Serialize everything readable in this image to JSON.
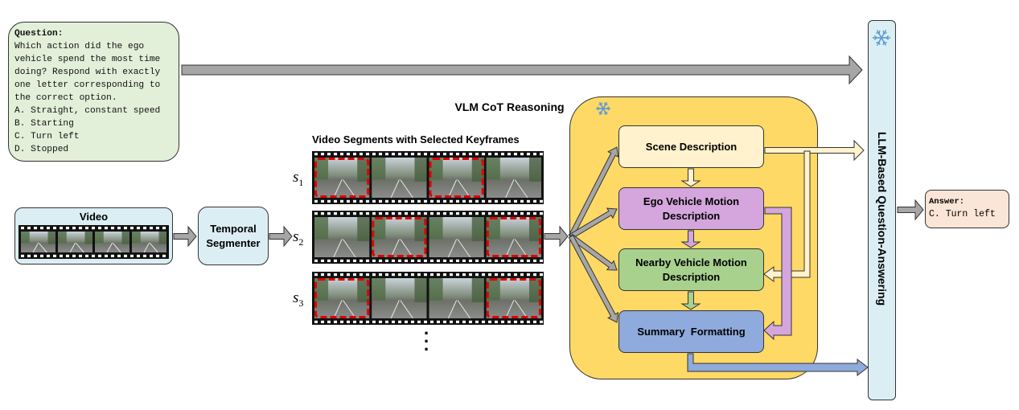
{
  "question": {
    "title": "Question:",
    "lines": [
      "Which action did the ego",
      "vehicle spend the most time",
      "doing? Respond with exactly",
      "one letter corresponding to",
      "the correct option."
    ],
    "options": [
      "A. Straight, constant speed",
      "B. Starting",
      "C. Turn left",
      "D. Stopped"
    ]
  },
  "video": {
    "title": "Video"
  },
  "temporal_segmenter": {
    "label": "Temporal Segmenter"
  },
  "segments": {
    "title": "Video Segments with Selected Keyframes",
    "items": [
      {
        "symbol": "s",
        "index": "1",
        "keyframes": [
          true,
          false,
          true,
          false
        ]
      },
      {
        "symbol": "s",
        "index": "2",
        "keyframes": [
          false,
          true,
          false,
          true
        ]
      },
      {
        "symbol": "s",
        "index": "3",
        "keyframes": [
          true,
          false,
          false,
          true
        ]
      }
    ],
    "ellipsis": ".\n.\n."
  },
  "vlm": {
    "title": "VLM CoT Reasoning",
    "stages": [
      "Scene Description",
      "Ego Vehicle Motion Description",
      "Nearby Vehicle Motion Description",
      "Summary  Formatting"
    ]
  },
  "llm": {
    "label": "LLM-Based Question-Answering"
  },
  "answer": {
    "title": "Answer:",
    "value": "C. Turn left"
  },
  "colors": {
    "question_bg": "#e2efd9",
    "module_bg": "#dbeef4",
    "vlm_bg": "#ffd966",
    "scene": "#fff2cc",
    "ego": "#d5a6dd",
    "nearby": "#a9d18e",
    "summary": "#8faadc",
    "answer_bg": "#fbe5d6",
    "keyframe_highlight": "#e00000",
    "arrow_gray": "#a6a6a6",
    "snowflake": "#5b9bd5"
  },
  "icons": [
    "snowflake-icon"
  ]
}
